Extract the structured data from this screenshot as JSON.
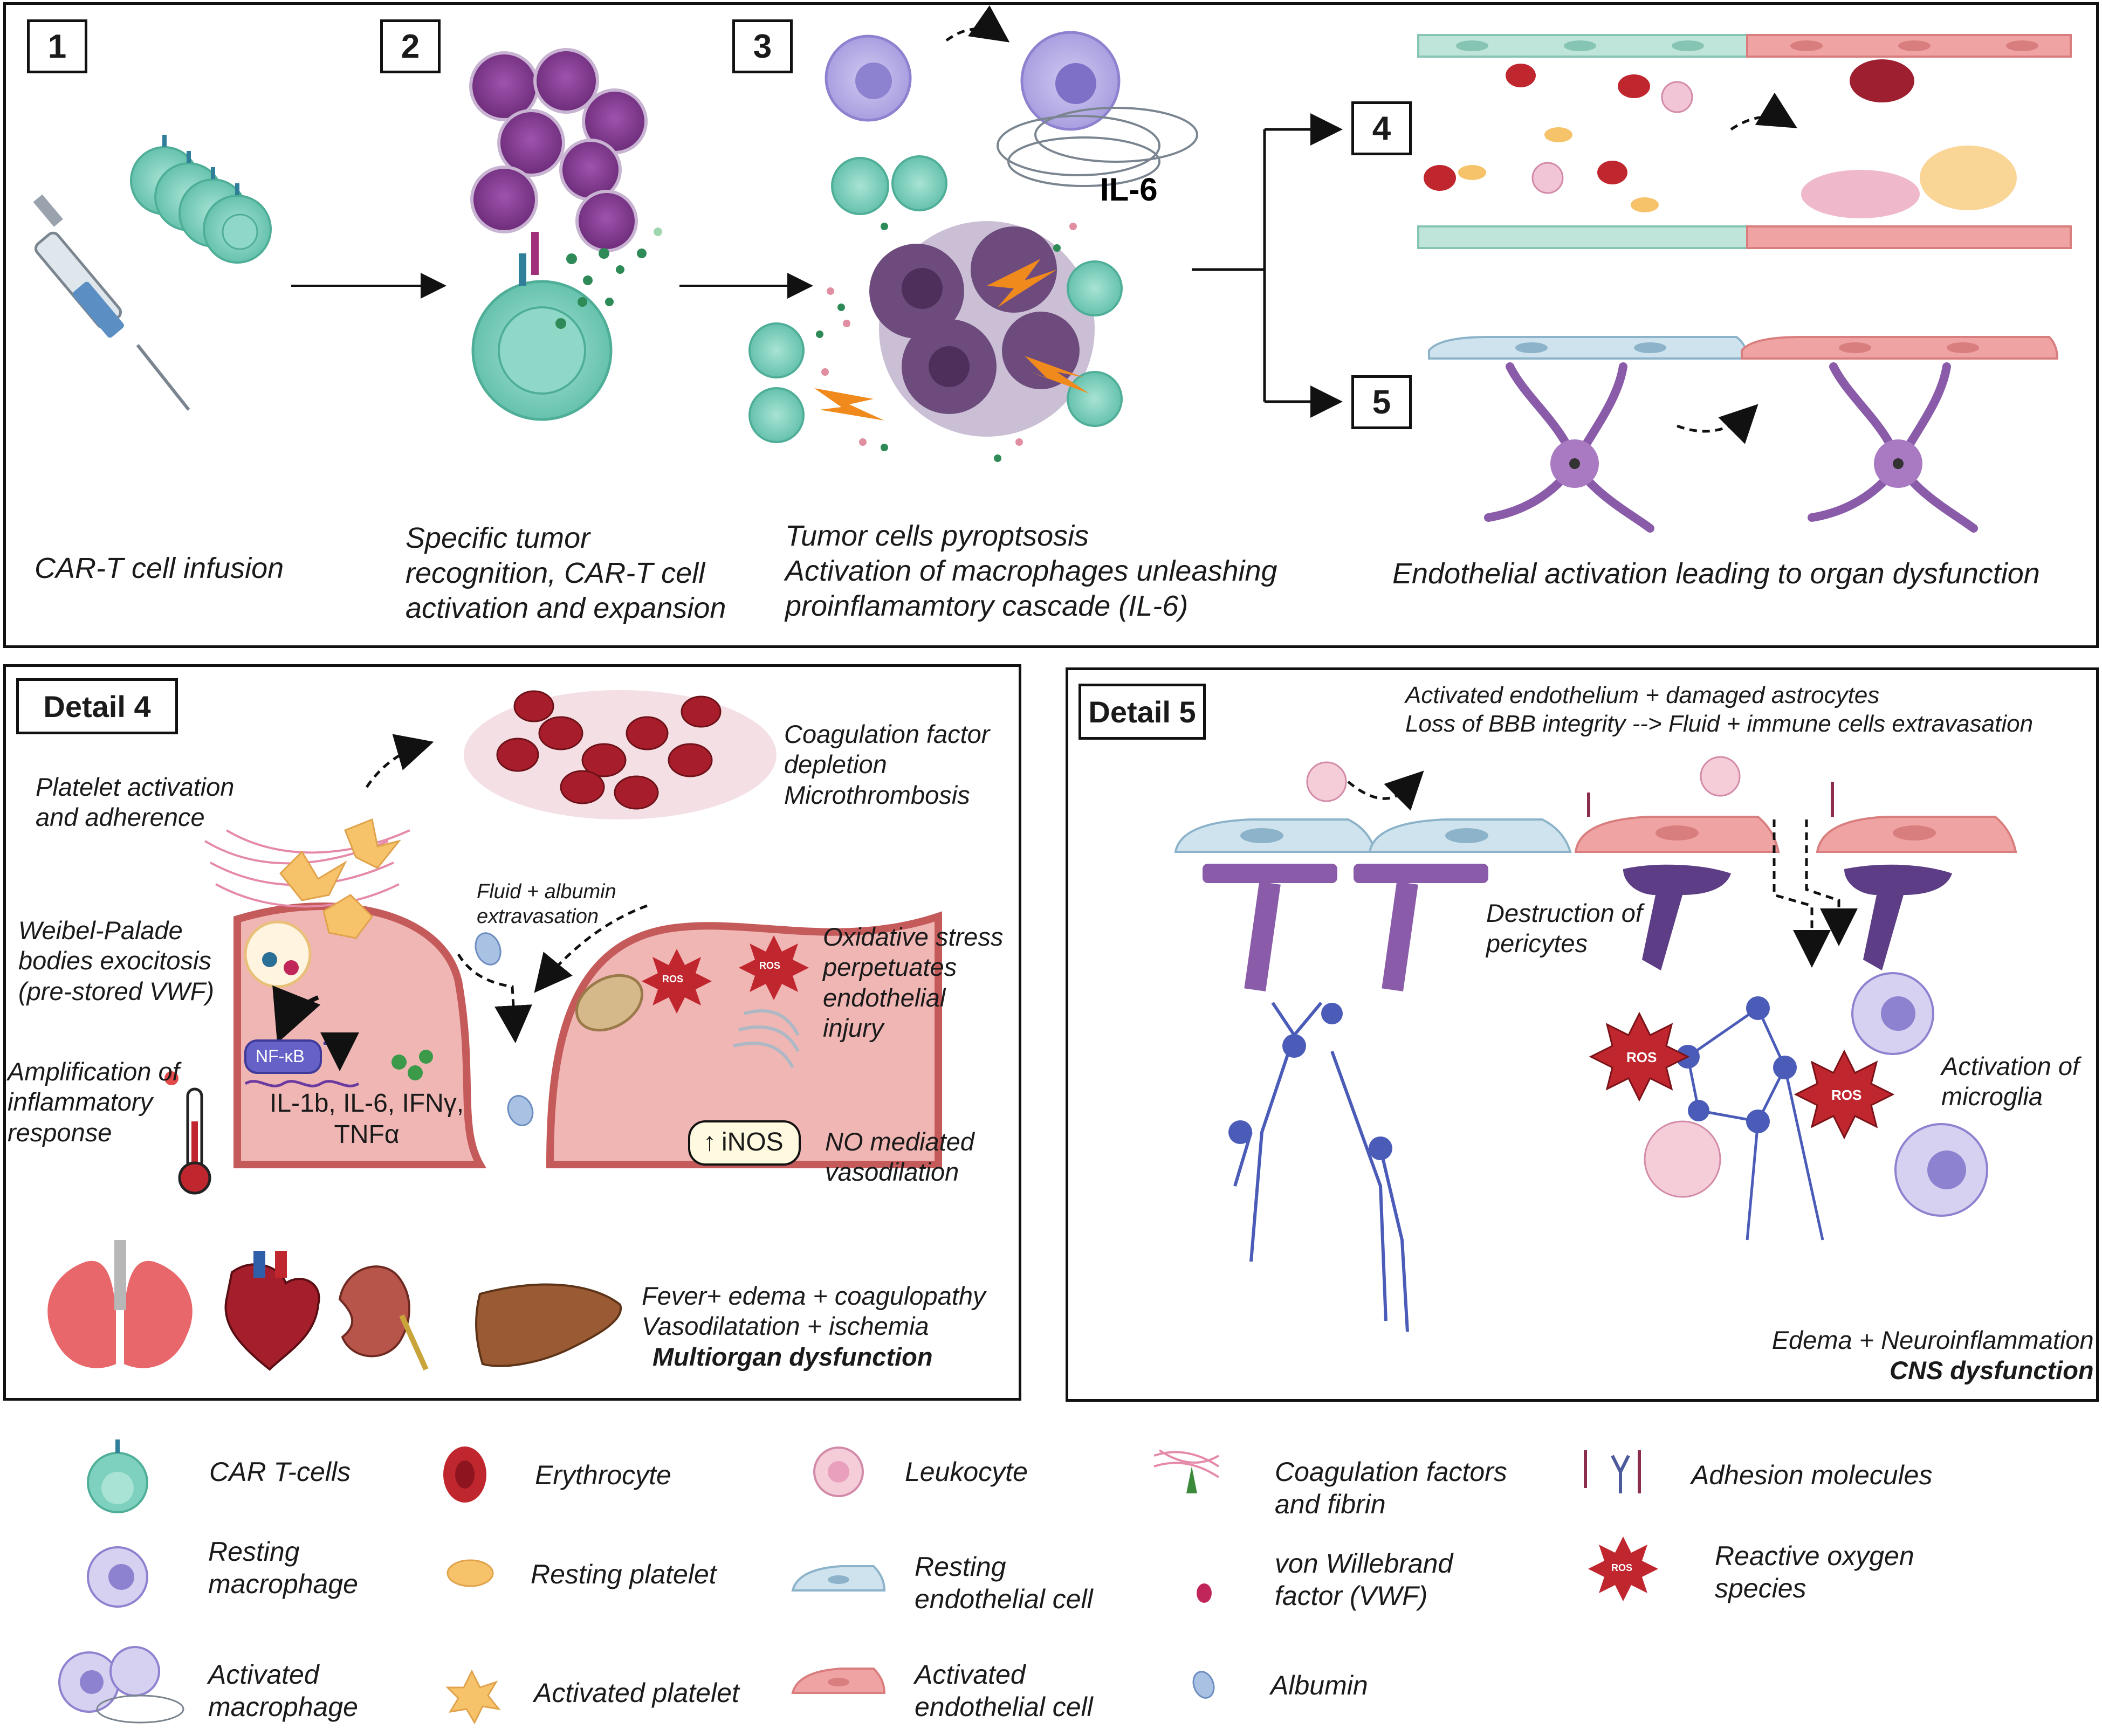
{
  "top_panel": {
    "steps": [
      "1",
      "2",
      "3",
      "4",
      "5"
    ],
    "captions": {
      "step1": [
        "CAR-T cell infusion"
      ],
      "step2": [
        "Specific tumor",
        "recognition, CAR-T cell",
        "activation and expansion"
      ],
      "step3": [
        "Tumor cells pyroptsosis",
        "Activation of macrophages unleashing",
        "proinflamamtory cascade (IL-6)"
      ],
      "step45": [
        "Endothelial activation leading to organ dysfunction"
      ]
    },
    "il6_label": "IL-6"
  },
  "detail4": {
    "title": "Detail 4",
    "labels": {
      "platelet": [
        "Platelet activation",
        "and adherence"
      ],
      "coag": [
        "Coagulation factor",
        "depletion",
        "Microthrombosis"
      ],
      "weibel": [
        "Weibel-Palade",
        "bodies exocitosis",
        "(pre-stored VWF)"
      ],
      "fluid": [
        "Fluid + albumin",
        "extravasation"
      ],
      "oxidative": [
        "Oxidative stress",
        "perpetuates",
        "endothelial",
        "injury"
      ],
      "amplification": [
        "Amplification of",
        "inflammatory",
        "response"
      ],
      "nfkb": "NF-κB",
      "cytokines": [
        "IL-1b, IL-6, IFNγ,",
        "TNFα"
      ],
      "ros": "ROS",
      "inos": "iNOS",
      "no": [
        "NO mediated",
        "vasodilation"
      ],
      "outcome1": "Fever+ edema + coagulopathy",
      "outcome2": "Vasodilatation + ischemia",
      "outcome3": "Multiorgan dysfunction"
    }
  },
  "detail5": {
    "title": "Detail 5",
    "labels": {
      "header1": "Activated endothelium + damaged astrocytes",
      "header2": "Loss of BBB integrity  --> Fluid + immune cells extravasation",
      "pericytes": [
        "Destruction of",
        "pericytes"
      ],
      "microglia": [
        "Activation of",
        "microglia"
      ],
      "ros": "ROS",
      "edema": "Edema + Neuroinflammation",
      "cns": "CNS dysfunction"
    }
  },
  "legend": {
    "car_t": "CAR T-cells",
    "erythrocyte": "Erythrocyte",
    "leukocyte": "Leukocyte",
    "coag": [
      "Coagulation factors",
      "and fibrin"
    ],
    "adhesion": "Adhesion molecules",
    "resting_mac": [
      "Resting",
      "macrophage"
    ],
    "resting_plt": "Resting platelet",
    "resting_endo": [
      "Resting",
      "endothelial cell"
    ],
    "vwf": [
      "von Willebrand",
      "factor (VWF)"
    ],
    "ros_label": [
      "Reactive oxygen",
      "species"
    ],
    "ros_icon": "ROS",
    "activated_mac": [
      "Activated",
      "macrophage"
    ],
    "activated_plt": "Activated platelet",
    "activated_endo": [
      "Activated",
      "endothelial cell"
    ],
    "albumin": "Albumin"
  },
  "colors": {
    "car_t": "#7fd1bf",
    "tumor": "#8b3f96",
    "macrophage": "#b9b2e6",
    "erythrocyte": "#c0262e",
    "resting_endo": "#cfe3ee",
    "activated_endo": "#f0a3a3",
    "neuron": "#4b5bb8",
    "pericyte": "#8a5ba8",
    "fibrin": "#e58aa8",
    "platelet": "#f7c36a",
    "ros": "#c0262e",
    "albumin": "#8ea9d6"
  }
}
